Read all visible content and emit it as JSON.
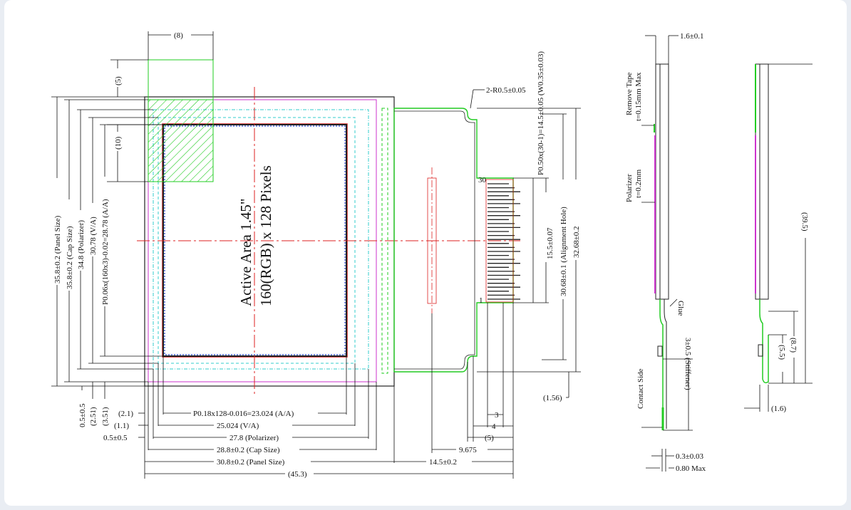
{
  "active_area": {
    "line1": "Active Area 1.45\"",
    "line2": "160(RGB) x 128 Pixels"
  },
  "top_dims": {
    "width8": "(8)",
    "height5": "(5)",
    "height10": "(10)"
  },
  "vertical_dims": {
    "panel": "35.8±0.2 (Panel Size)",
    "cap": "35.8±0.2 (Cap Size)",
    "polarizer": "34.8 (Polarizer)",
    "va": "30.78 (V/A)",
    "aa": "P0.06x(160x3)-0.02=28.78 (A/A)"
  },
  "bottom_left_dims": {
    "d05": "0.5±0.5",
    "d251": "(2.51)",
    "d351": "(3.51)"
  },
  "horizontal_dims": {
    "aa": "P0.18x128-0.016=23.024 (A/A)",
    "va": "25.024 (V/A)",
    "polarizer": "27.8 (Polarizer)",
    "cap": "28.8±0.2 (Cap Size)",
    "panel": "30.8±0.2 (Panel Size)",
    "total": "(45.3)",
    "left21": "(2.1)",
    "left11": "(1.1)",
    "left05": "0.5±0.5"
  },
  "fpc_dims": {
    "radius": "2-R0.5±0.05",
    "pitch": "P0.50x(30-1)=14.5±0.05 (W0.35±0.03)",
    "d155": "15.5±0.07",
    "align": "30.68±0.1 (Alignment Hole)",
    "d3268": "32.68±0.2",
    "d156": "(1.56)",
    "d3": "3",
    "d4": "4",
    "d5": "(5)",
    "d9675": "9.675",
    "d145": "14.5±0.2",
    "pin30": "30",
    "pin1": "1"
  },
  "side_view": {
    "thick": "1.6±0.1",
    "tape1": "Remove Tape",
    "tape2": "t=0.15mm Max",
    "pol1": "Polarizer",
    "pol2": "t=0.2mm",
    "glue": "Glue",
    "contact": "Contact Side",
    "stiffener": "3±0.5 (Stiffener)",
    "d03": "0.3±0.03",
    "d080": "0.80 Max"
  },
  "side_view2": {
    "d395": "(39.5)",
    "d87": "(8.7)",
    "d55": "(5.5)",
    "d16": "(1.6)"
  },
  "colors": {
    "outline": "#222222",
    "green": "#22cc22",
    "magenta": "#cc33cc",
    "cyan": "#33cccc",
    "red": "#dd2222",
    "blue": "#2244cc"
  }
}
